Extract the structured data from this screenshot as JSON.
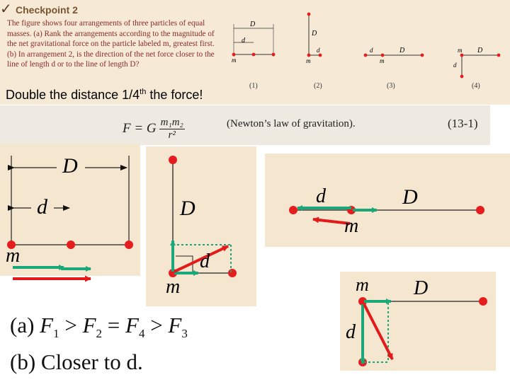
{
  "checkpoint": {
    "title": "Checkpoint 2",
    "text": "The figure shows four arrangements of three particles of equal masses. (a) Rank the arrangements according to the magnitude of the net gravitational force on the particle labeled m, greatest first. (b) In arrangement 2, is the direction of the net force closer to the line of length d or to the line of length D?",
    "labels": {
      "D": "D",
      "d": "d",
      "m": "m"
    },
    "arrangement_numbers": [
      "(1)",
      "(2)",
      "(3)",
      "(4)"
    ]
  },
  "note": {
    "prefix": "Double the distance 1/4",
    "sup": "th",
    "suffix": " the force!"
  },
  "equation": {
    "lhs": "F = G",
    "numerator": "m₁m₂",
    "denominator": "r²",
    "name": "(Newton’s law of gravitation).",
    "number": "(13-1)"
  },
  "diagram_labels": {
    "D": "D",
    "d": "d",
    "m": "m"
  },
  "answer": {
    "a_prefix": "(a) ",
    "F": "F",
    "s1": "1",
    "s2": "2",
    "s3": "3",
    "s4": "4",
    "gt": " > ",
    "eq": " = ",
    "b": "(b) Closer to d."
  },
  "colors": {
    "particle": "#e41e1e",
    "arrow_green": "#1aa87a",
    "arrow_red": "#e21a1a",
    "panel": "#f5e6cf"
  }
}
